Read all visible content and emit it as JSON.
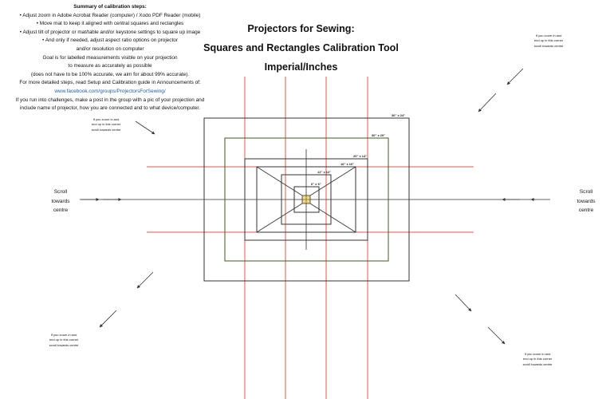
{
  "summary": {
    "title": "Summary of calibration steps:",
    "lines": [
      "• Adjust zoom in Adobe Acrobat Reader (computer) / Xodo PDF Reader (mobile)",
      "• Move mat to keep it aligned with central squares and rectangles",
      "• Adjust tilt of projector or mat/table and/or keystone settings to square up image",
      "• And only if needed, adjust aspect ratio options on projector",
      "and/or resolution on computer",
      "Goal is for labelled measurements visible on your projection",
      "to measure as accurately as possible",
      "(does not have to be 100% accurate, we aim for about 99% accurate).",
      "For more detailed steps, read Setup and Calibration guide in Announcements of:"
    ],
    "link": "www.facebook.com/groups/ProjectorsForSewing/",
    "after_lines": [
      "If you run  into challenges, make a post in the group with a pic of your projection and",
      "include name of projector, how you are connected and to what device/computer."
    ]
  },
  "title": {
    "line1": "Projectors for Sewing:",
    "line2": "Squares and Rectangles Calibration Tool",
    "line3": "Imperial/Inches"
  },
  "corner_note": [
    "If you zoom in and",
    "end up in this corner",
    "scroll towards centre"
  ],
  "scroll_note": [
    "Scroll",
    "towards",
    "centre"
  ],
  "sizes": {
    "s36x24": "36\" x 24\"",
    "s30x20": "30\" x 20\"",
    "s20x14": "20\" x 14\"",
    "s16x10": "16\" x 10\"",
    "s12x12": "12\" x 12\"",
    "s6x6": "6\" x 6\""
  },
  "colors": {
    "guide_lines": "#e8554e",
    "outline": "#333333",
    "green_rect": "#3c5a25",
    "center_fill": "#f5d77c",
    "link": "#1f5fb0"
  }
}
